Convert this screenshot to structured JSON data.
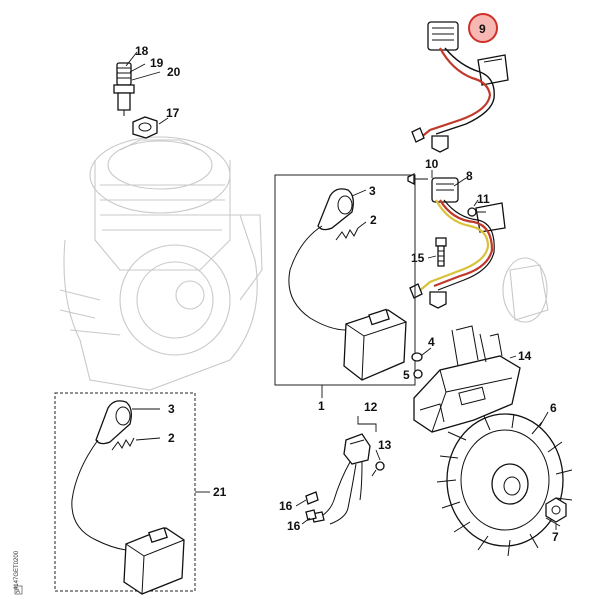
{
  "callouts": {
    "c1": "1",
    "c2a": "2",
    "c2b": "2",
    "c3a": "3",
    "c3b": "3",
    "c4": "4",
    "c5": "5",
    "c6": "6",
    "c7": "7",
    "c8": "8",
    "c9": "9",
    "c10": "10",
    "c11": "11",
    "c12": "12",
    "c13": "13",
    "c14": "14",
    "c15": "15",
    "c16a": "16",
    "c16b": "16",
    "c17": "17",
    "c18": "18",
    "c19": "19",
    "c20": "20",
    "c21": "21"
  },
  "highlight": {
    "callout": "9",
    "circle_fill": "#f7b8b4",
    "circle_stroke": "#d0302a"
  },
  "wire_colors": {
    "red": "#c0392b",
    "yellow": "#d9c13a",
    "black": "#111111"
  },
  "drawing_code": "4147GET0200",
  "drawing_rev": "A"
}
